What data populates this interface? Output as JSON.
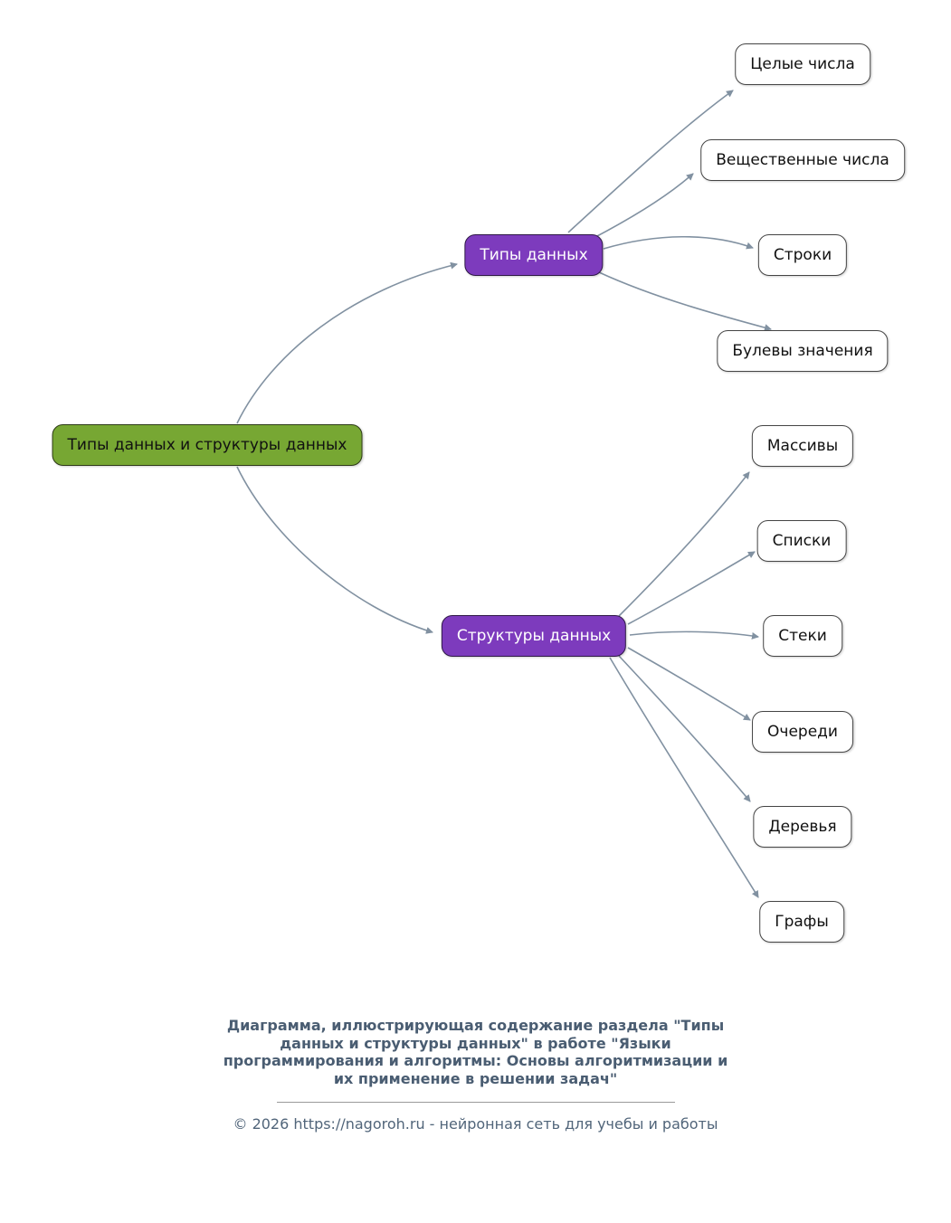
{
  "diagram": {
    "root": {
      "label": "Типы данных и структуры данных"
    },
    "branches": [
      {
        "label": "Типы данных",
        "children": [
          "Целые числа",
          "Вещественные числа",
          "Строки",
          "Булевы значения"
        ]
      },
      {
        "label": "Структуры данных",
        "children": [
          "Массивы",
          "Списки",
          "Стеки",
          "Очереди",
          "Деревья",
          "Графы"
        ]
      }
    ]
  },
  "footer": {
    "caption": "Диаграмма, иллюстрирующая содержание раздела \"Типы данных и структуры данных\" в работе \"Языки программирования и алгоритмы: Основы алгоритмизации и их применение в решении задач\"",
    "copyright": "© 2026 https://nagoroh.ru - нейронная сеть для учебы и работы"
  },
  "colors": {
    "root_fill": "#77a733",
    "branch_fill": "#7d3bbd",
    "leaf_fill": "#ffffff",
    "edge": "#8191a1",
    "node_border": "#2f2f2f",
    "footer_text": "#4a5d72"
  }
}
